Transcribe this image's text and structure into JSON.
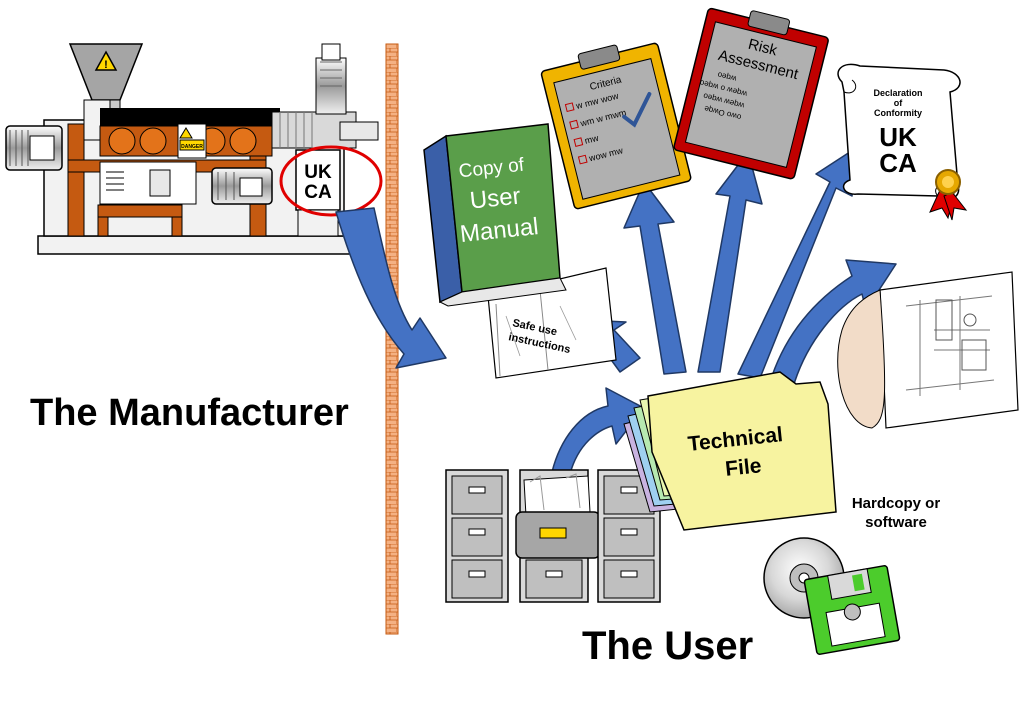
{
  "labels": {
    "manufacturer": "The Manufacturer",
    "user": "The User",
    "media": "Hardcopy or software"
  },
  "machine": {
    "mark_line1": "UK",
    "mark_line2": "CA",
    "danger_sign": "DANGER"
  },
  "manual": {
    "line1": "Copy of",
    "line2": "User",
    "line3": "Manual",
    "insert_line1": "Safe use",
    "insert_line2": "instructions"
  },
  "criteria": {
    "title": "Criteria",
    "items": [
      "w mw wow",
      "wm w mwm",
      "mw",
      "wow mw"
    ]
  },
  "risk": {
    "line1": "Risk",
    "line2": "Assessment",
    "scribble1": "wqeo",
    "scribble2": "wqew o wqeo",
    "scribble3": "wqew wqeo",
    "scribble4": "owo Owqe"
  },
  "declaration": {
    "line1": "Declaration",
    "line2": "of",
    "line3": "Conformity",
    "mark_line1": "UK",
    "mark_line2": "CA"
  },
  "technical_file": {
    "line1": "Technical",
    "line2": "File"
  },
  "colors": {
    "arrow": "#4472c4",
    "arrow_stroke": "#1f3864",
    "manual_green": "#5a9e4a",
    "manual_spine": "#3a5fa8",
    "criteria_board": "#f0b400",
    "risk_board": "#c00000",
    "folder_yellow": "#f7f3a0",
    "ukca_circle": "#e00000",
    "wall": "#f4b183",
    "disk_green": "#4ccc2c"
  }
}
